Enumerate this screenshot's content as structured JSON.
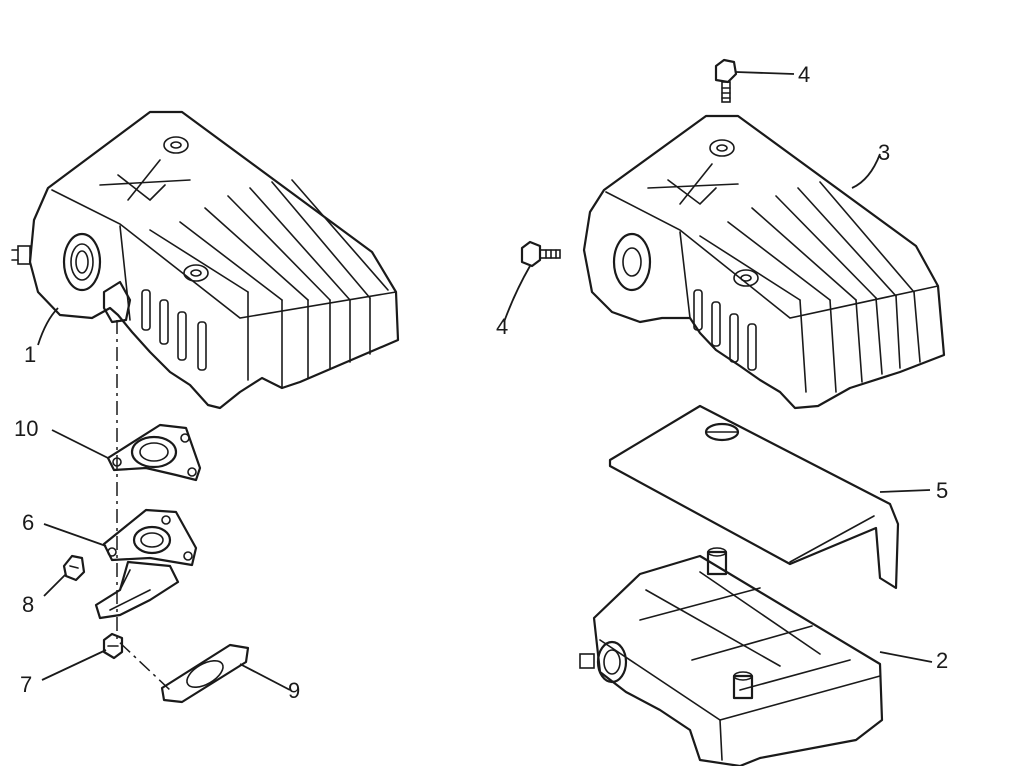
{
  "parts": {
    "p1": "1",
    "p2": "2",
    "p3": "3",
    "p4a": "4",
    "p4b": "4",
    "p5": "5",
    "p6": "6",
    "p7": "7",
    "p8": "8",
    "p9": "9",
    "p10": "10"
  },
  "colors": {
    "highlight": "#f5c518",
    "line": "#1a1a1a",
    "background": "#ffffff"
  }
}
